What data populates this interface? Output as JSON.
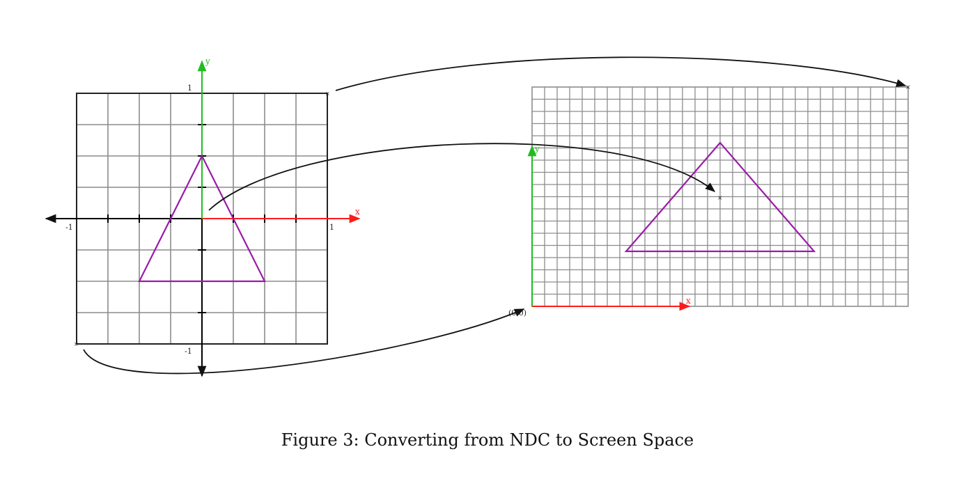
{
  "caption": "Figure 3: Converting from NDC to Screen Space",
  "ndc": {
    "x_label": "x",
    "y_label": "y",
    "x_min_label": "-1",
    "x_max_label": "1",
    "y_max_label": "1",
    "y_min_label": "-1"
  },
  "screen": {
    "x_label": "x",
    "y_label": "y",
    "origin_label": "(0,0)"
  },
  "colors": {
    "x_axis": "#ff1a1a",
    "y_axis": "#22bb22",
    "triangle": "#9a1aa8",
    "grid": "#8c8c8c"
  }
}
